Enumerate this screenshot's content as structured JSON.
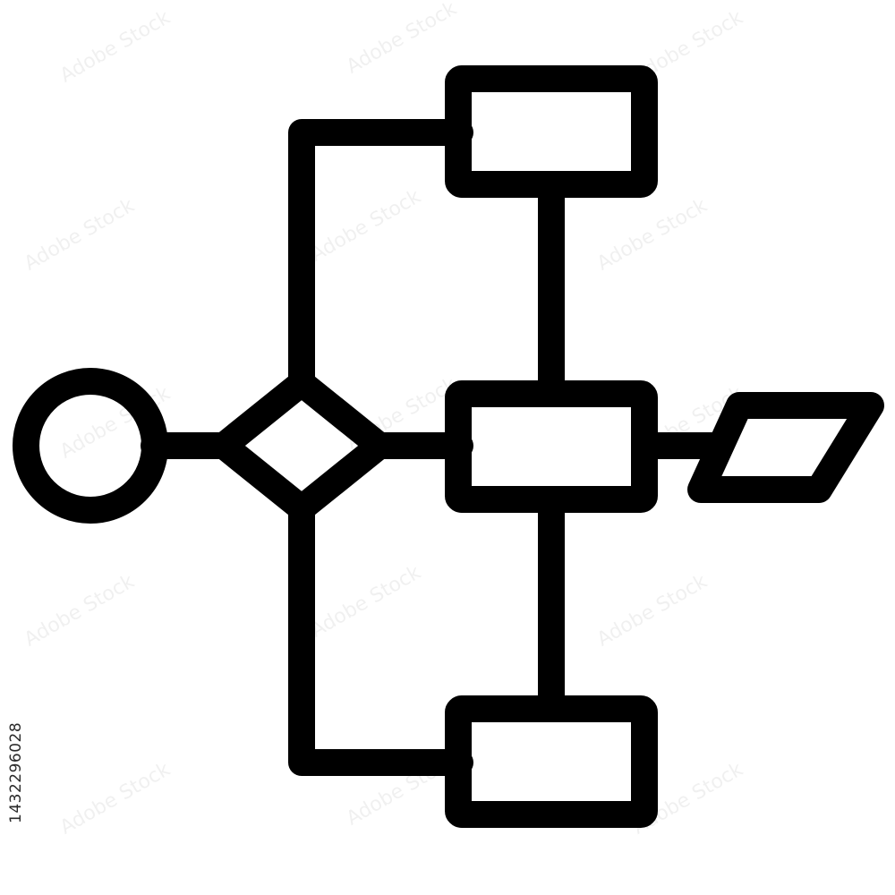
{
  "diagram": {
    "icon": "flowchart-icon",
    "stroke_color": "#000000",
    "background_color": "#ffffff",
    "nodes": [
      {
        "id": "start",
        "shape": "circle"
      },
      {
        "id": "decision",
        "shape": "diamond"
      },
      {
        "id": "process-top",
        "shape": "rectangle"
      },
      {
        "id": "process-middle",
        "shape": "rectangle"
      },
      {
        "id": "process-bottom",
        "shape": "rectangle"
      },
      {
        "id": "output",
        "shape": "parallelogram"
      }
    ],
    "edges": [
      {
        "from": "start",
        "to": "decision"
      },
      {
        "from": "decision",
        "to": "process-top"
      },
      {
        "from": "decision",
        "to": "process-middle"
      },
      {
        "from": "decision",
        "to": "process-bottom"
      },
      {
        "from": "process-top",
        "to": "process-middle"
      },
      {
        "from": "process-middle",
        "to": "process-bottom"
      },
      {
        "from": "process-middle",
        "to": "output"
      }
    ]
  },
  "watermark": {
    "image_id": "1432296028",
    "text": "Adobe Stock"
  }
}
